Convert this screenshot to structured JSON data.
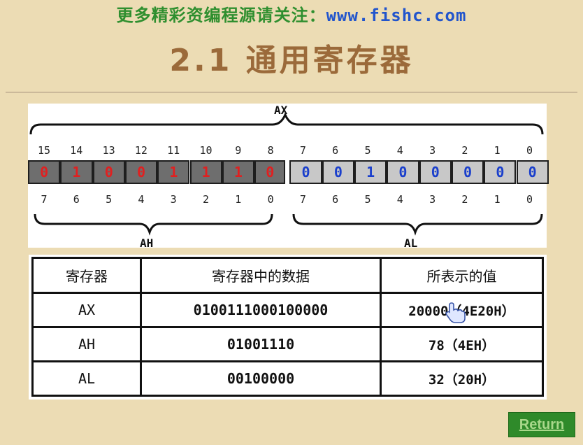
{
  "banner": {
    "prefix": "更多精彩资编程源请关注：",
    "url": "www.fishc.com"
  },
  "title": "2.1 通用寄存器",
  "diagram": {
    "ax_label": "AX",
    "ah_label": "AH",
    "al_label": "AL",
    "top_bit_numbers": [
      "15",
      "14",
      "13",
      "12",
      "11",
      "10",
      "9",
      "8",
      "7",
      "6",
      "5",
      "4",
      "3",
      "2",
      "1",
      "0"
    ],
    "bottom_bit_numbers": [
      "7",
      "6",
      "5",
      "4",
      "3",
      "2",
      "1",
      "0",
      "7",
      "6",
      "5",
      "4",
      "3",
      "2",
      "1",
      "0"
    ],
    "high_bits": [
      "0",
      "1",
      "0",
      "0",
      "1",
      "1",
      "1",
      "0"
    ],
    "low_bits": [
      "0",
      "0",
      "1",
      "0",
      "0",
      "0",
      "0",
      "0"
    ],
    "colors": {
      "high_bg": "#6e6e6e",
      "high_text": "#e02020",
      "low_bg": "#c8c8c8",
      "low_text": "#1a3fcc"
    }
  },
  "table": {
    "headers": [
      "寄存器",
      "寄存器中的数据",
      "所表示的值"
    ],
    "rows": [
      {
        "name": "AX",
        "bits": "0100111000100000",
        "value": "20000（4E20H）"
      },
      {
        "name": "AH",
        "bits": "01001110",
        "value": "78（4EH）"
      },
      {
        "name": "AL",
        "bits": "00100000",
        "value": "32（20H）"
      }
    ]
  },
  "return_label": "Return",
  "icons": {
    "cursor": "hand-cursor-icon"
  }
}
